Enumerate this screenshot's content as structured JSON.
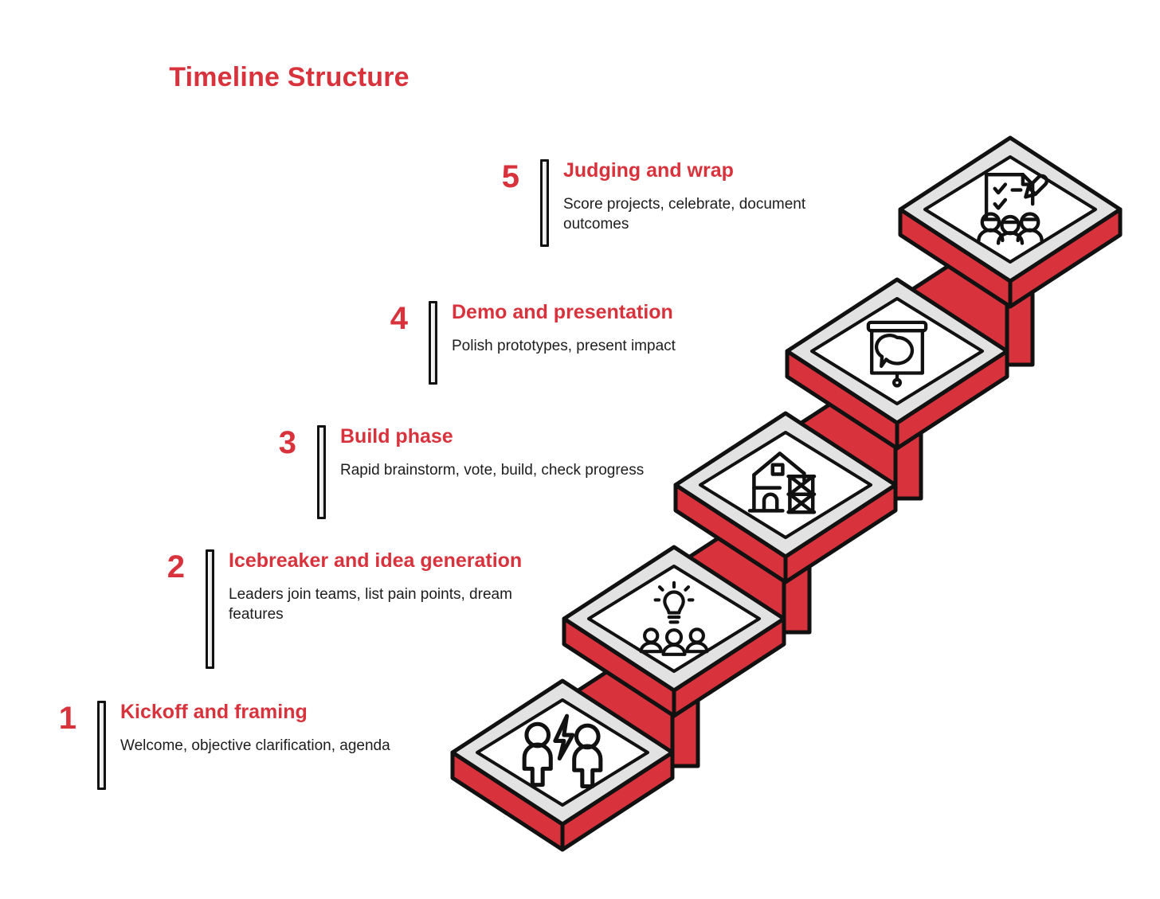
{
  "title": "Timeline Structure",
  "colors": {
    "accent_red": "#d8333c",
    "step_face_red": "#d8333c",
    "slab_gray": "#e2e2e2",
    "slab_white": "#ffffff",
    "outline_black": "#111111",
    "body_text": "#1d1d1d",
    "background": "#ffffff"
  },
  "steps": [
    {
      "number": "1",
      "heading": "Kickoff and framing",
      "description": "Welcome, objective clarification, agenda",
      "icon": "two-people-lightning-icon"
    },
    {
      "number": "2",
      "heading": "Icebreaker and idea generation",
      "description": "Leaders join teams, list pain points, dream features",
      "icon": "lightbulb-team-icon"
    },
    {
      "number": "3",
      "heading": "Build phase",
      "description": "Rapid brainstorm, vote, build, check progress",
      "icon": "house-construction-scaffolding-icon"
    },
    {
      "number": "4",
      "heading": "Demo and presentation",
      "description": "Polish prototypes, present impact",
      "icon": "presentation-board-speech-bubble-icon"
    },
    {
      "number": "5",
      "heading": "Judging and wrap",
      "description": "Score projects, celebrate, document outcomes",
      "icon": "checklist-pencil-judges-icon"
    }
  ],
  "chart_data": {
    "type": "diagram",
    "title": "Timeline Structure",
    "subtype": "isometric-staircase-timeline",
    "step_count": 5,
    "orientation": "ascending-left-to-right",
    "categories": [
      "Kickoff and framing",
      "Icebreaker and idea generation",
      "Build phase",
      "Demo and presentation",
      "Judging and wrap"
    ],
    "values": [
      1,
      2,
      3,
      4,
      5
    ],
    "legend": "none",
    "grid": false
  }
}
